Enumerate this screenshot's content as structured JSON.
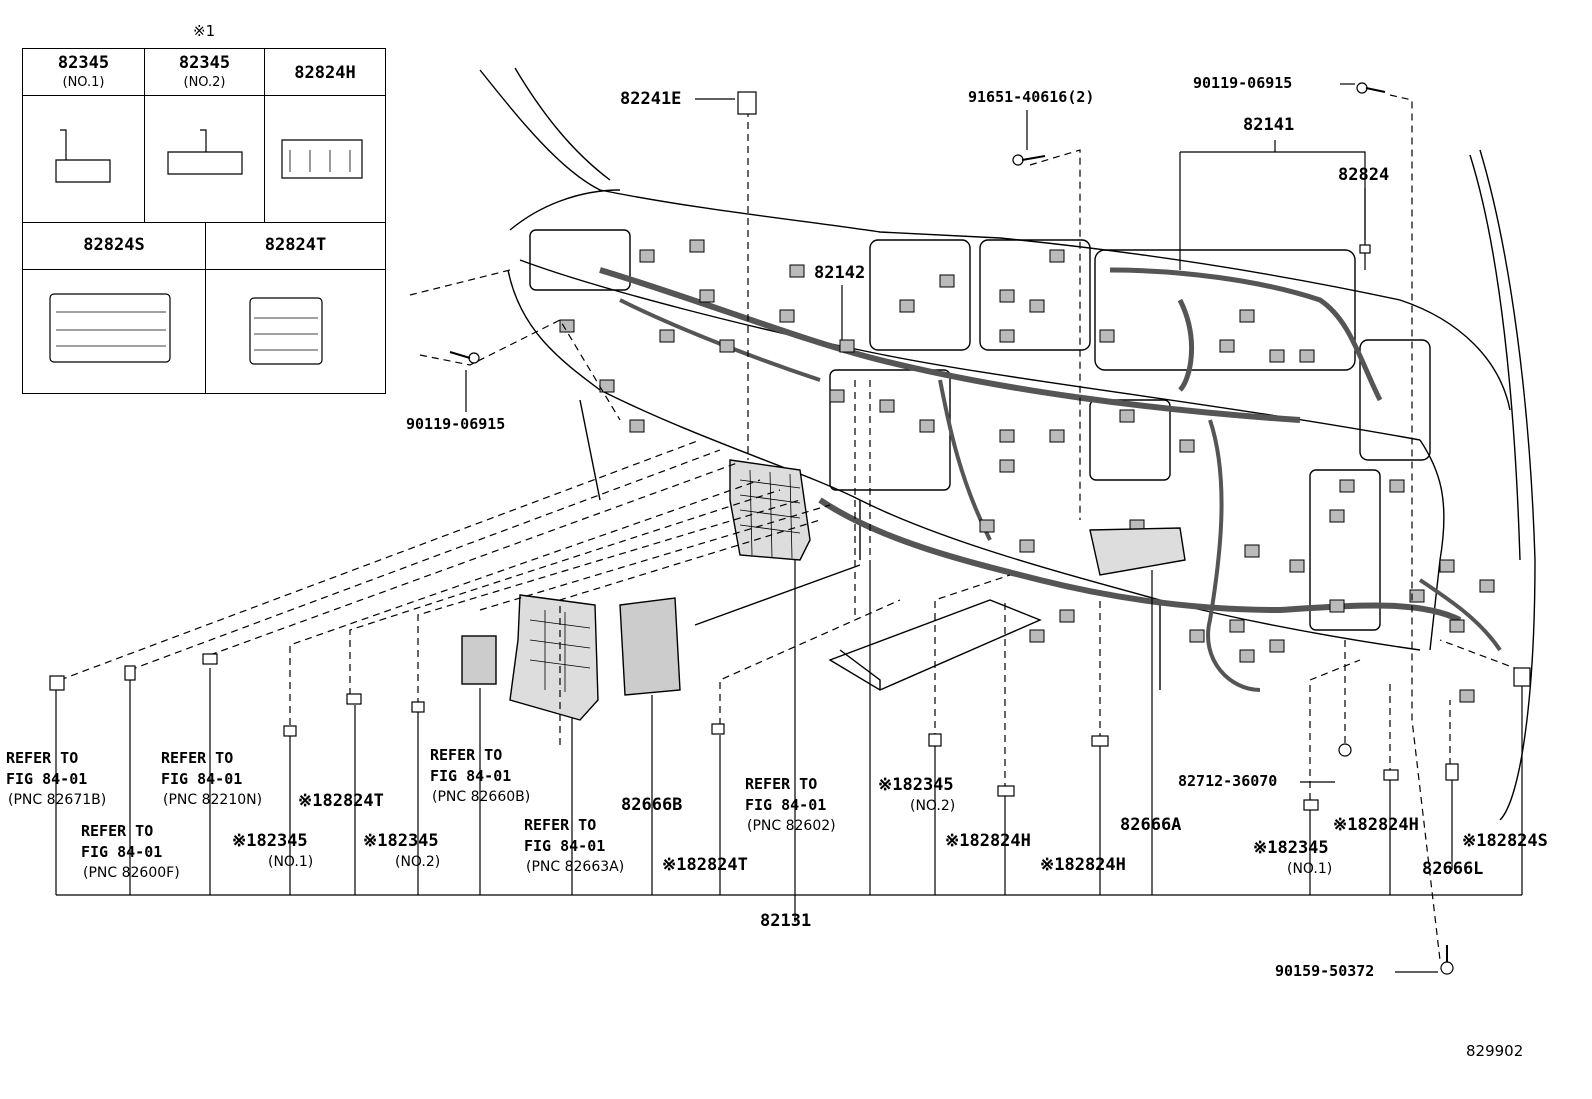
{
  "legend": {
    "note_mark": "※1",
    "cells": [
      {
        "part": "82345",
        "sub": "(NO.1)"
      },
      {
        "part": "82345",
        "sub": "(NO.2)"
      },
      {
        "part": "82824H",
        "sub": ""
      },
      {
        "part": "82824S",
        "sub": ""
      },
      {
        "part": "82824T",
        "sub": ""
      }
    ]
  },
  "callouts": {
    "p82241E": "82241E",
    "p91651": "91651-40616(2)",
    "p90119_top": "90119-06915",
    "p82141": "82141",
    "p82824": "82824",
    "p82142": "82142",
    "p90119_left": "90119-06915",
    "p82712": "82712-36070",
    "p90159": "90159-50372",
    "p82131": "82131",
    "p82666B": "82666B",
    "p82666A": "82666A",
    "p82666L": "82666L",
    "fig_code": "829902"
  },
  "bottom_labels": {
    "ref1": {
      "l1": "REFER TO",
      "l2": "FIG 84-01",
      "l3": "(PNC 82671B)"
    },
    "ref2": {
      "l1": "REFER TO",
      "l2": "FIG 84-01",
      "l3": "(PNC 82600F)"
    },
    "ref3": {
      "l1": "REFER TO",
      "l2": "FIG 84-01",
      "l3": "(PNC 82210N)"
    },
    "ref4": {
      "l1": "REFER TO",
      "l2": "FIG 84-01",
      "l3": "(PNC 82660B)"
    },
    "ref5": {
      "l1": "REFER TO",
      "l2": "FIG 84-01",
      "l3": "(PNC 82663A)"
    },
    "ref6": {
      "l1": "REFER TO",
      "l2": "FIG 84-01",
      "l3": "(PNC 82602)"
    },
    "s82824T_a": "※182824T",
    "s82345_a": "※182345",
    "s82345_a_sub": "(NO.1)",
    "s82345_b": "※182345",
    "s82345_b_sub": "(NO.2)",
    "s82824T_b": "※182824T",
    "s82345_c": "※182345",
    "s82345_c_sub": "(NO.2)",
    "s82824H_a": "※182824H",
    "s82824H_b": "※182824H",
    "s82345_d": "※182345",
    "s82345_d_sub": "(NO.1)",
    "s82824H_c": "※182824H",
    "s82824S": "※182824S"
  }
}
